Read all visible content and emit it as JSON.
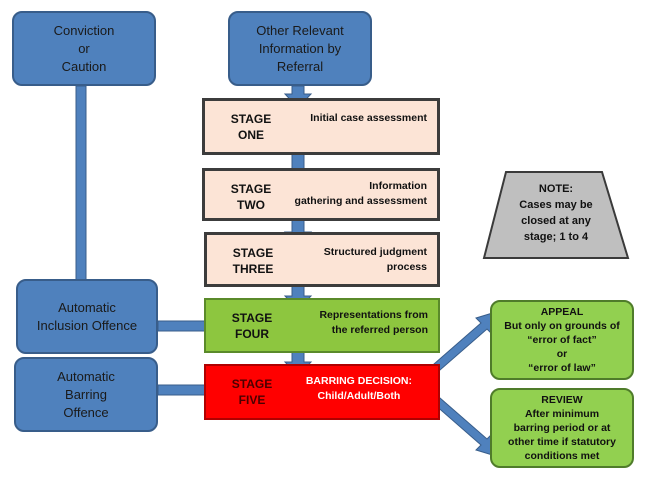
{
  "sources": {
    "conviction": "Conviction\nor\nCaution",
    "referral": "Other Relevant\nInformation by\nReferral",
    "inclusion": "Automatic\nInclusion Offence",
    "barring": "Automatic\nBarring\nOffence"
  },
  "stages": [
    {
      "name": "STAGE\nONE",
      "desc": "Initial case assessment"
    },
    {
      "name": "STAGE\nTWO",
      "desc": "Information\ngathering and assessment"
    },
    {
      "name": "STAGE\nTHREE",
      "desc": "Structured judgment\nprocess"
    },
    {
      "name": "STAGE\nFOUR",
      "desc": "Representations from\nthe referred person"
    },
    {
      "name": "STAGE\nFIVE",
      "desc": "BARRING DECISION:\nChild/Adult/Both"
    }
  ],
  "outcomes": {
    "appeal": "APPEAL\nBut only on grounds of\n“error of fact”\nor\n“error of law”",
    "review": "REVIEW\nAfter minimum\nbarring period or at\nother time if statutory\nconditions met"
  },
  "note": "NOTE:\nCases may be\nclosed at any\nstage; 1 to 4",
  "colors": {
    "blue": "#4f81bd",
    "stage_fill": "#fce4d6",
    "green": "#8dc63f",
    "red": "#ff0000",
    "outcome_green": "#92d050",
    "note_gray": "#bfbfbf"
  }
}
